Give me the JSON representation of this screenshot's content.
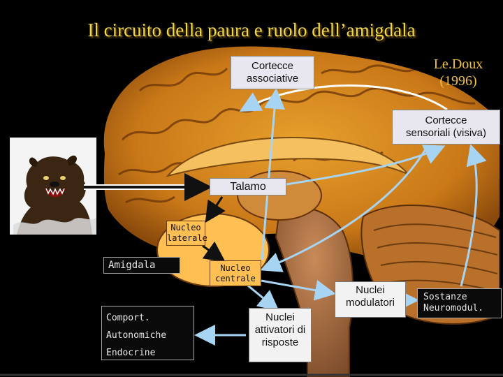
{
  "slide": {
    "title": "Il circuito della paura e ruolo dell’amigdala",
    "author": {
      "name": "Le.Doux",
      "year": "(1996)"
    },
    "boxes": {
      "cortex_associative": {
        "line1": "Cortecce",
        "line2": "associative"
      },
      "cortex_sensory": {
        "line1": "Cortecce",
        "line2": "sensoriali (visiva)"
      },
      "thalamus": "Talamo",
      "nucleus_lateral": {
        "line1": "Nucleo",
        "line2": "laterale"
      },
      "amygdala": "Amigdala",
      "nucleus_central": {
        "line1": "Nucleo",
        "line2": "centrale"
      },
      "modulator_nuclei": {
        "line1": "Nuclei",
        "line2": "modulatori"
      },
      "modulatory_substances": {
        "line1": "Sostanze",
        "line2": "Neuromodul."
      },
      "autonomic_responses": {
        "row1": "Comport.",
        "row2": "Autonomiche",
        "row3": "Endocrine"
      },
      "response_activators": {
        "line1": "Nuclei",
        "line2": "attivatori di",
        "line3": "risposte"
      }
    },
    "colors": {
      "title": "#f0d84a",
      "author": "#f0c040",
      "arrow_pathway": "#a8d4f4",
      "brain_tissue": "#d7861f",
      "amygdala_region": "#ffbf52"
    },
    "icons": {
      "stimulus": "bear-icon",
      "brain": "brain-sagittal-illustration"
    }
  }
}
